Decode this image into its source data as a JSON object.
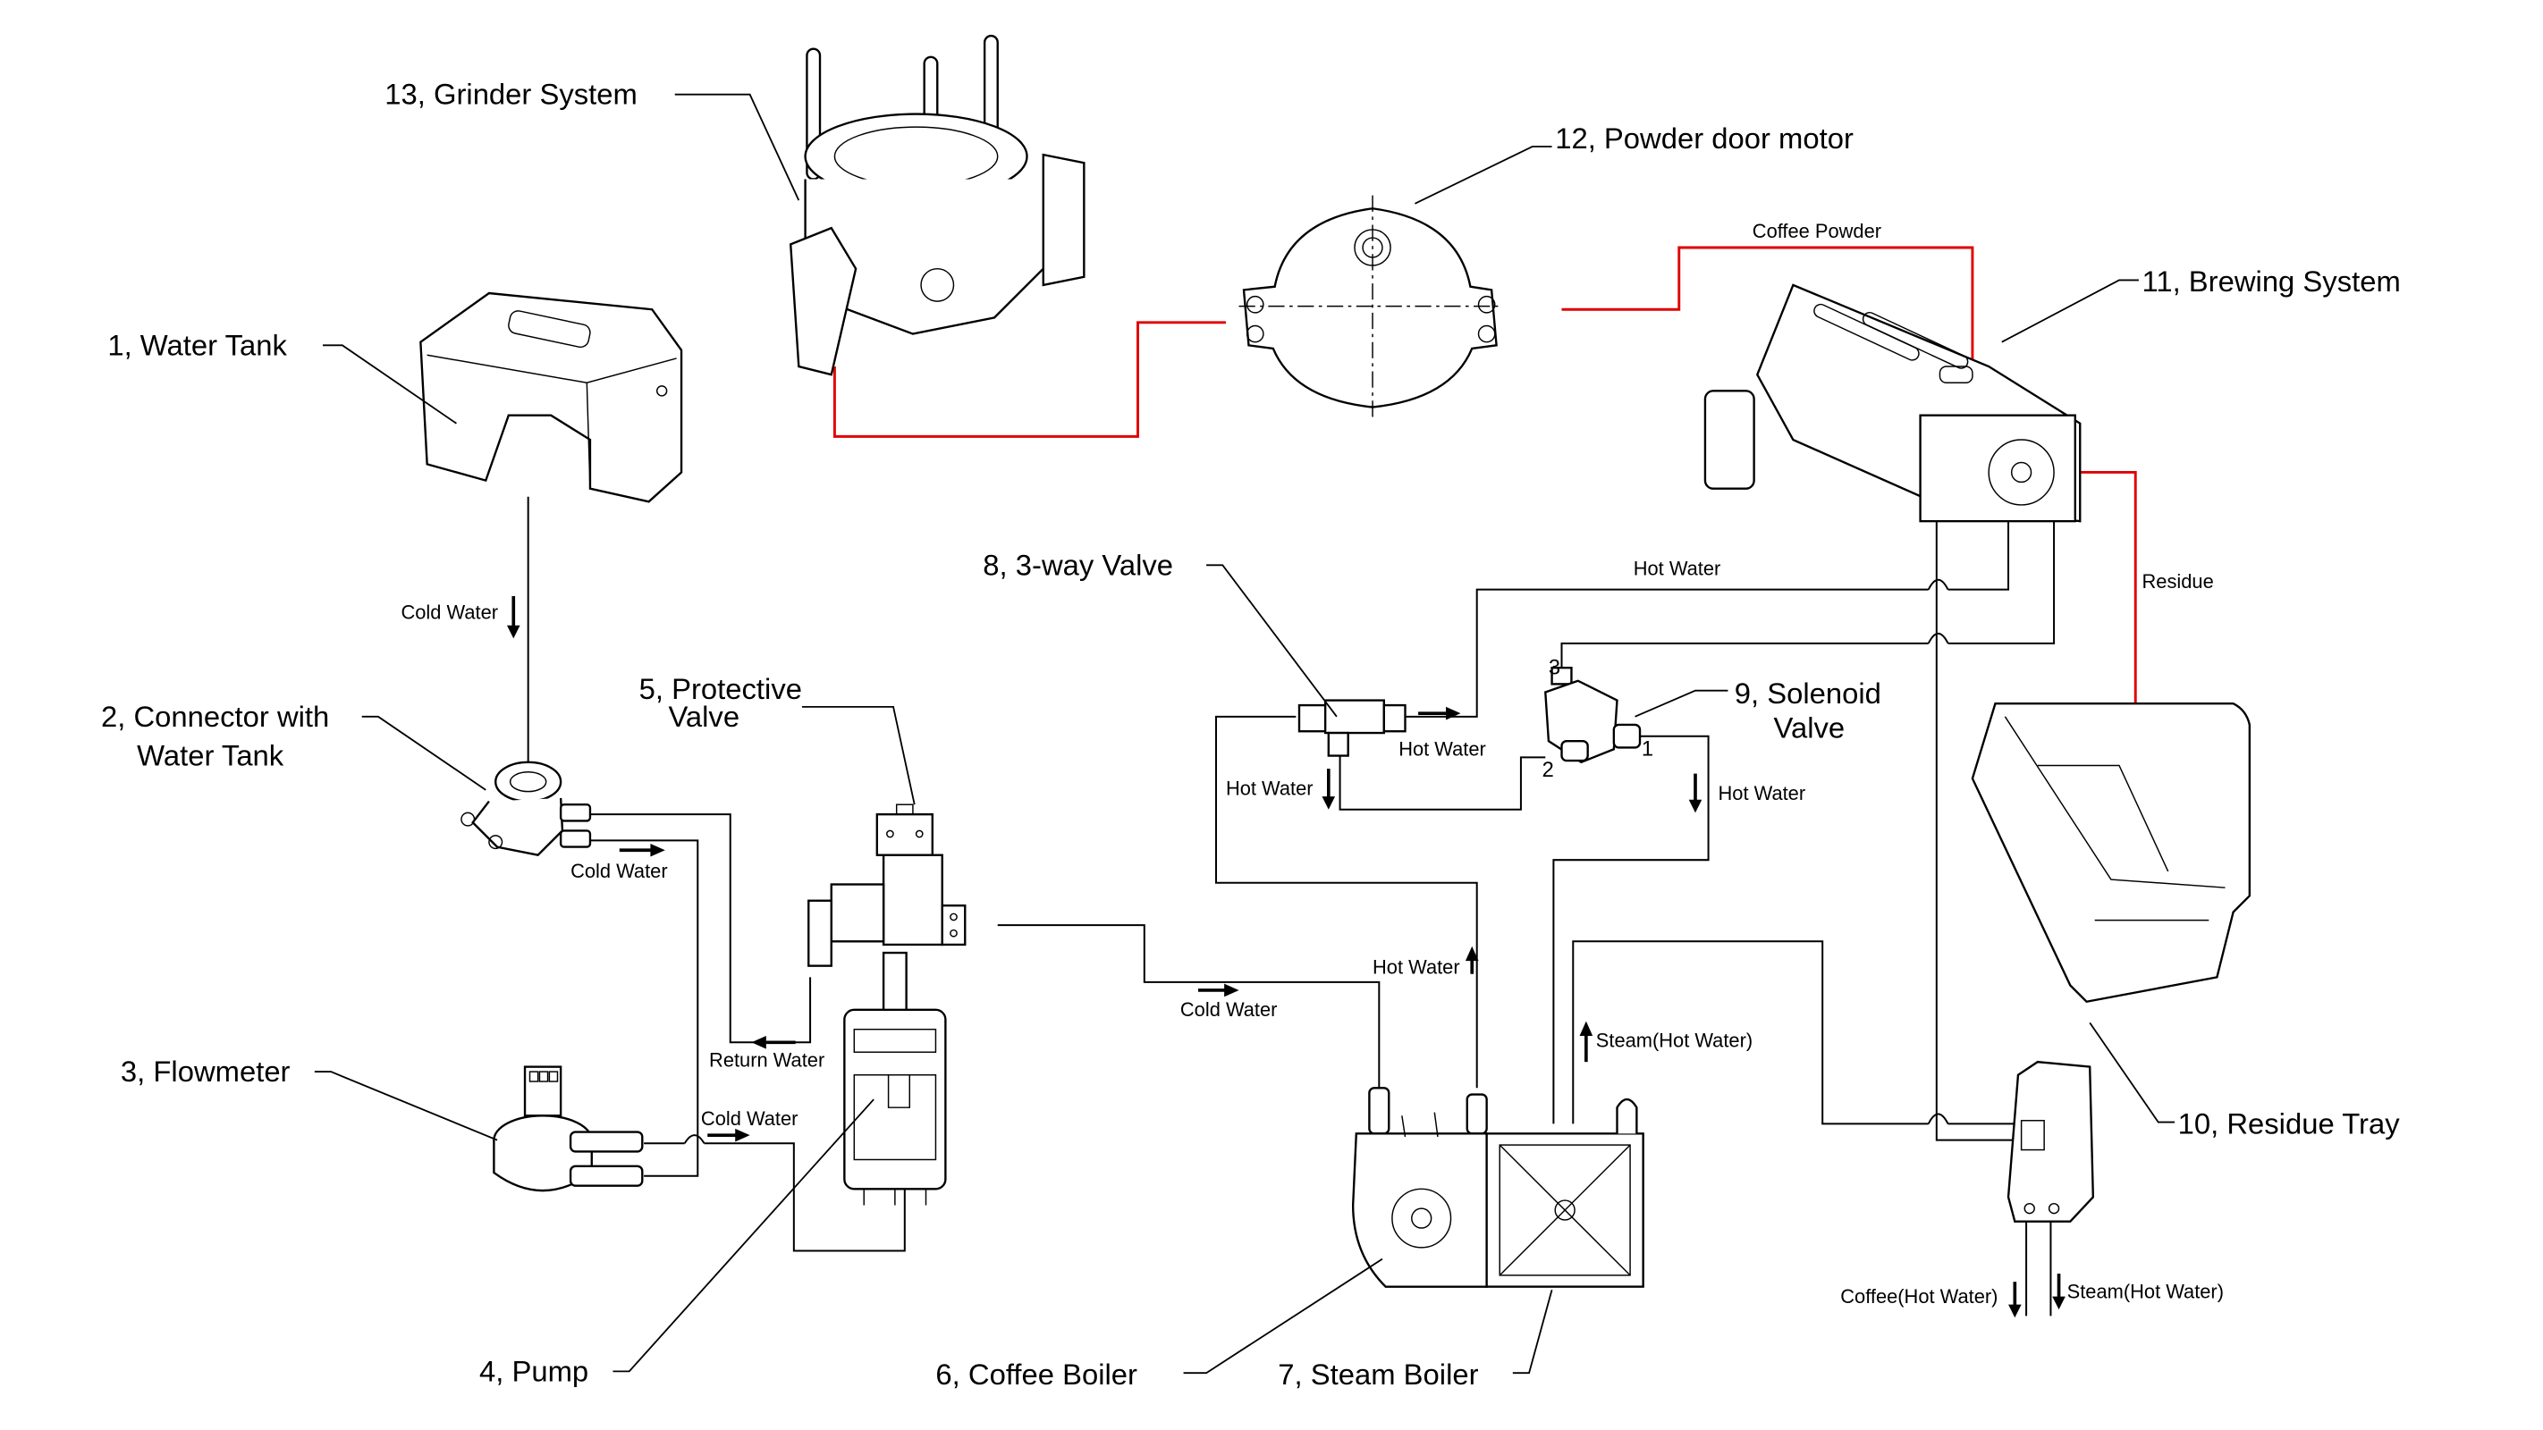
{
  "title": "Coffee machine water / coffee flow schematic",
  "colors": {
    "line": "#000000",
    "coffee_powder_path": "#e00000",
    "background": "#ffffff"
  },
  "components": [
    {
      "id": 1,
      "label": "1, Water Tank"
    },
    {
      "id": 2,
      "label_line1": "2, Connector with",
      "label_line2": "Water Tank"
    },
    {
      "id": 3,
      "label": "3, Flowmeter"
    },
    {
      "id": 4,
      "label": "4, Pump"
    },
    {
      "id": 5,
      "label_line1": "5, Protective",
      "label_line2": "Valve"
    },
    {
      "id": 6,
      "label": "6, Coffee Boiler"
    },
    {
      "id": 7,
      "label": "7, Steam Boiler"
    },
    {
      "id": 8,
      "label": "8, 3-way Valve"
    },
    {
      "id": 9,
      "label_line1": "9, Solenoid",
      "label_line2": "Valve"
    },
    {
      "id": 10,
      "label": "10, Residue Tray"
    },
    {
      "id": 11,
      "label": "11, Brewing System"
    },
    {
      "id": 12,
      "label": "12, Powder door motor"
    },
    {
      "id": 13,
      "label": "13, Grinder System"
    }
  ],
  "flows": {
    "tank_to_connector": "Cold Water",
    "connector_out": "Cold Water",
    "return_water": "Return Water",
    "flowmeter_out": "Cold Water",
    "valve_to_boiler": "Cold Water",
    "boiler_up": "Hot Water",
    "three_way_right": "Hot Water",
    "three_way_down": "Hot Water",
    "top_hot_water": "Hot Water",
    "solenoid_down": "Hot Water",
    "steam_up": "Steam(Hot Water)",
    "coffee_powder": "Coffee Powder",
    "residue": "Residue",
    "outlet_coffee": "Coffee(Hot Water)",
    "outlet_steam": "Steam(Hot Water)"
  },
  "solenoid_ports": [
    "1",
    "2",
    "3"
  ]
}
